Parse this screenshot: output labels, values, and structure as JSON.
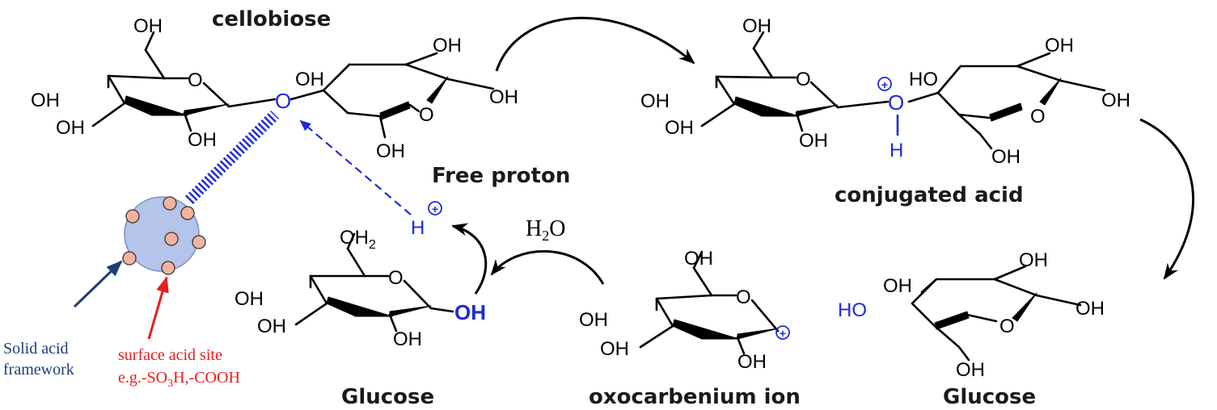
{
  "labels": {
    "cellobiose": "cellobiose",
    "free_proton": "Free proton",
    "conjugated_acid": "conjugated acid",
    "glucose_left": "Glucose",
    "oxocarbenium": "oxocarbenium ion",
    "glucose_right": "Glucose",
    "water_H": "H",
    "water_2": "2",
    "water_O": "O",
    "solid_acid_1": "Solid acid",
    "solid_acid_2": "framework",
    "surface_site": "surface acid site",
    "example_a": "e.g.-SO",
    "example_3": "3",
    "example_b": "H,-COOH"
  },
  "atoms": {
    "O": "O",
    "OH": "OH",
    "HO": "HO",
    "H": "H",
    "OH2_main": "OH",
    "OH2_sub": "2",
    "plus": "+"
  },
  "colors": {
    "blue": "#1d2bd8",
    "red": "#e81c1c",
    "navy": "#1b3f78",
    "particle_fill": "#b4c4ea",
    "site_fill": "#f2b3a0"
  }
}
